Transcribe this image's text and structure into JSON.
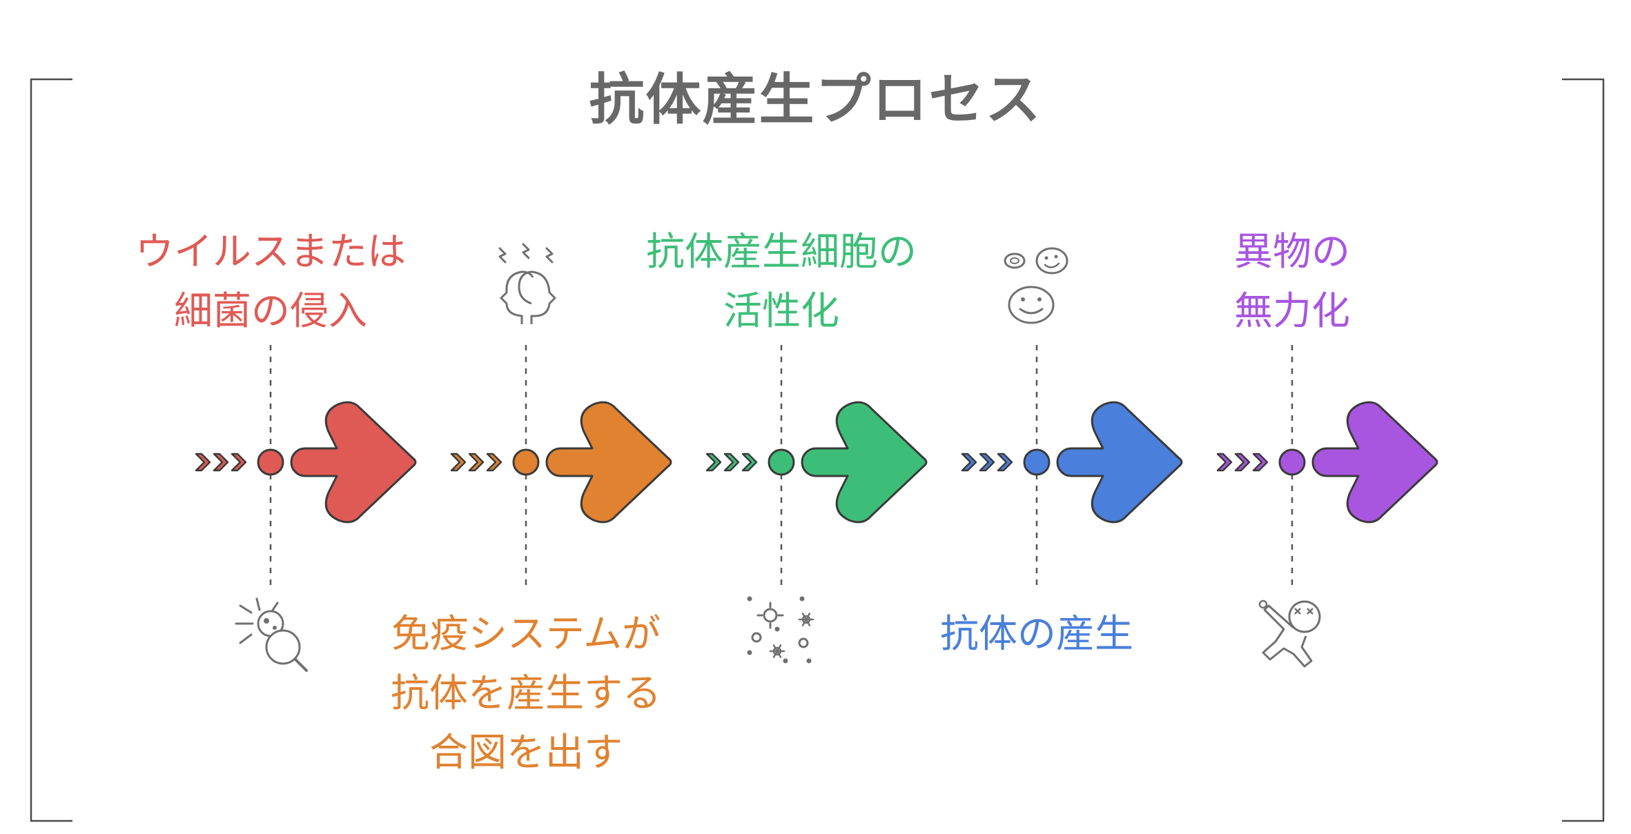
{
  "title": "抗体産生プロセス",
  "steps": [
    {
      "lines": [
        "ウイルスまたは",
        "細菌の侵入"
      ],
      "color": "#E05A55",
      "label_position": "top",
      "icon_position": "bottom",
      "icon": "virus-magnifier-icon"
    },
    {
      "lines": [
        "免疫システムが",
        "抗体を産生する",
        "合図を出す"
      ],
      "color": "#E08230",
      "label_position": "bottom",
      "icon_position": "top",
      "icon": "alert-heads-icon"
    },
    {
      "lines": [
        "抗体産生細胞の",
        "活性化"
      ],
      "color": "#3DBE78",
      "label_position": "top",
      "icon_position": "bottom",
      "icon": "cells-sparkle-icon"
    },
    {
      "lines": [
        "抗体の産生"
      ],
      "color": "#4A7FDB",
      "label_position": "bottom",
      "icon_position": "top",
      "icon": "smiling-cells-icon"
    },
    {
      "lines": [
        "異物の",
        "無力化"
      ],
      "color": "#A855E0",
      "label_position": "top",
      "icon_position": "bottom",
      "icon": "defeated-figure-icon"
    }
  ]
}
